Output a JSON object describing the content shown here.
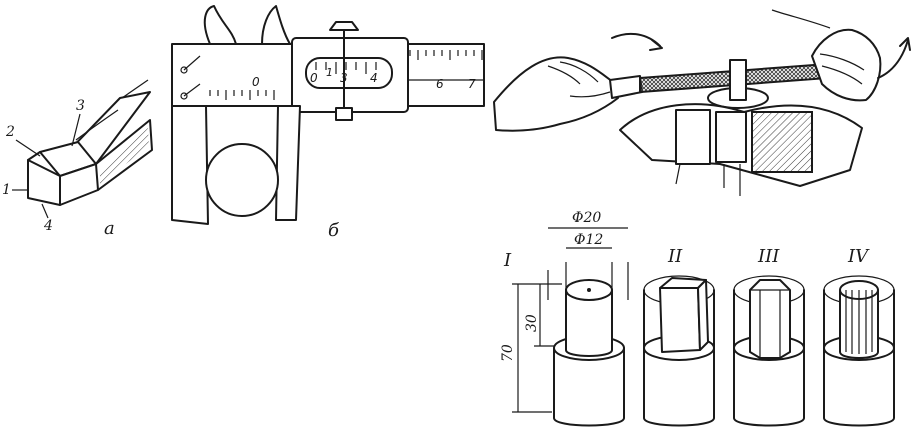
{
  "figure": {
    "part_a": {
      "caption": "a",
      "callouts": [
        "1",
        "2",
        "3",
        "4"
      ]
    },
    "part_b": {
      "caption": "б",
      "main_scale": [
        "0",
        "6",
        "7"
      ],
      "vernier_scale": [
        "0",
        "1",
        "3",
        "4"
      ]
    },
    "samples": {
      "labels": [
        "I",
        "II",
        "III",
        "IV"
      ],
      "dimensions": {
        "outer_diameter": "Φ20",
        "inner_diameter": "Φ12",
        "height_total": "70",
        "height_top": "30"
      }
    },
    "filing_scene": {
      "description_icon": "hand-file-vise-icon"
    }
  },
  "colors": {
    "ink": "#1a1a1a",
    "paper": "#ffffff",
    "hatch": "#3a3a3a"
  }
}
